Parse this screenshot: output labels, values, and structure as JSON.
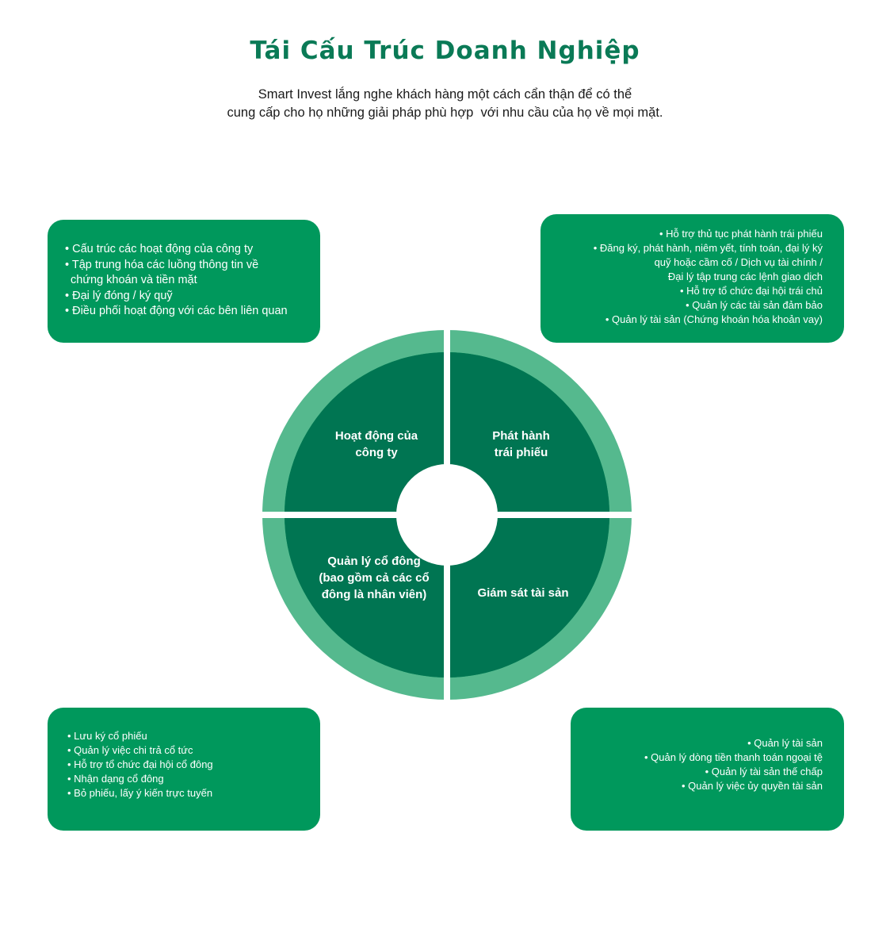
{
  "header": {
    "title": "Tái Cấu Trúc Doanh Nghiệp",
    "subtitle_lines": [
      "Smart Invest lắng nghe khách hàng một cách cẩn thận để có thể",
      "cung cấp cho họ những giải pháp phù hợp  với nhu cầu của họ về mọi mặt."
    ]
  },
  "colors": {
    "title": "#0a7a56",
    "box": "#00985c",
    "outer_ring": "#55b98e",
    "middle_ring": "#00985c",
    "inner_quadrant": "#007552"
  },
  "quadrants": {
    "top_left": {
      "label_lines": [
        "Hoạt động của",
        "công ty"
      ]
    },
    "top_right": {
      "label_lines": [
        "Phát hành",
        "trái phiếu"
      ]
    },
    "bottom_left": {
      "label_lines": [
        "Quản lý cổ đông",
        "(bao gồm cả các cổ",
        "đông là nhân viên)"
      ]
    },
    "bottom_right": {
      "label_lines": [
        "Giám sát tài sản"
      ]
    }
  },
  "boxes": {
    "top_left": {
      "items": [
        "• Cấu trúc các hoạt động của công ty",
        "• Tập trung hóa các luồng thông tin về",
        "chứng khoán và tiền mặt",
        "• Đại lý đóng / ký quỹ",
        "• Điều phối hoạt động với các bên liên quan"
      ]
    },
    "top_right": {
      "items": [
        "• Hỗ trợ thủ tục phát hành trái phiếu",
        "•  Đăng ký, phát hành, niêm yết, tính toán, đại lý ký",
        "quỹ hoặc cầm cố / Dịch vụ tài chính /",
        "Đại lý tập trung các lệnh giao dịch",
        "• Hỗ trợ tổ chức đại hội trái chủ",
        "• Quản lý các tài sản đảm bảo",
        "• Quản lý tài sản (Chứng khoán hóa khoản vay)"
      ]
    },
    "bottom_left": {
      "items": [
        "• Lưu ký cổ phiếu",
        "• Quản lý việc chi trả cổ tức",
        "• Hỗ trợ tổ chức đại hội cổ đông",
        "• Nhận dạng cổ đông",
        "• Bỏ phiếu, lấy ý kiến trực tuyến"
      ]
    },
    "bottom_right": {
      "items": [
        "• Quản lý tài sản",
        "• Quản lý dòng tiền thanh toán ngoại tệ",
        "• Quản lý tài sản thế chấp",
        "• Quản lý việc ủy quyền tài sản"
      ]
    }
  }
}
